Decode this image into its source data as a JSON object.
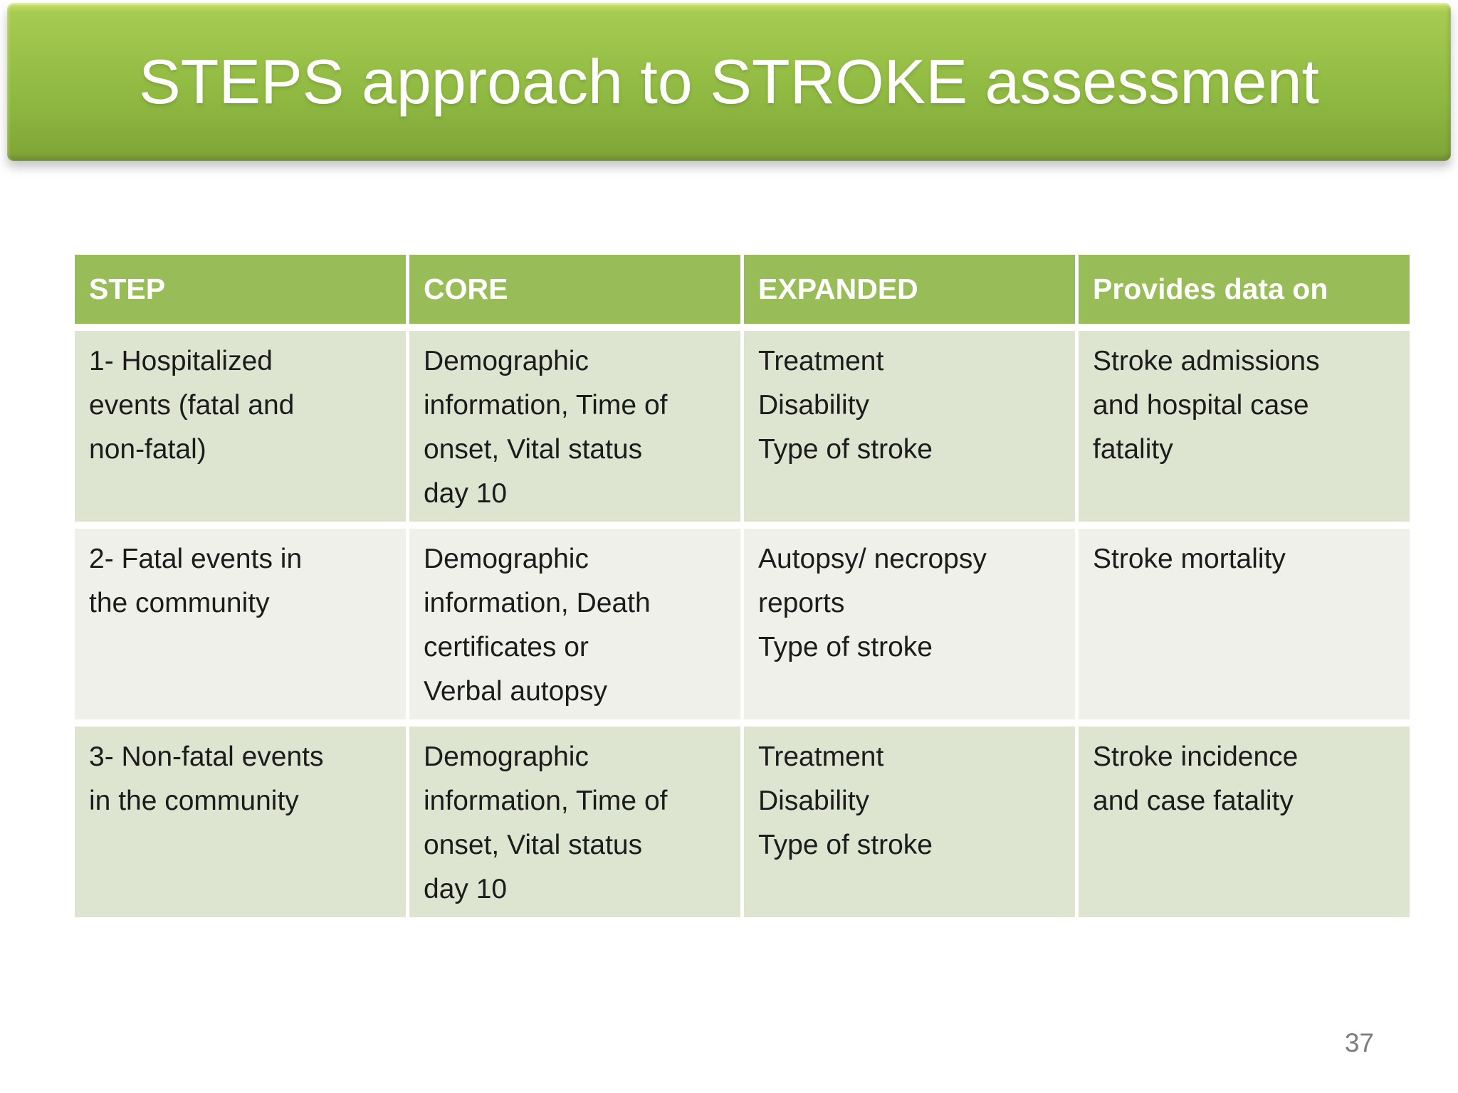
{
  "slide": {
    "title": "STEPS approach to STROKE assessment",
    "page_number": "37"
  },
  "colors": {
    "banner_highlight": "#c9e067",
    "banner_grad_top": "#a7cb52",
    "banner_grad_bottom": "#82a739",
    "header_bg": "#98bc58",
    "header_text": "#ffffff",
    "row_odd_bg": "#dde4d0",
    "row_even_bg": "#eff0e9",
    "body_text": "#1c1c1c",
    "grid_gap": "#ffffff",
    "page_number_text": "#7b7b80"
  },
  "table": {
    "headers": [
      "STEP",
      "CORE",
      "EXPANDED",
      "Provides data on"
    ],
    "rows": [
      {
        "step": "1- Hospitalized\nevents (fatal and\nnon-fatal)",
        "core": "Demographic\ninformation, Time of\nonset, Vital status\nday 10",
        "expanded": "Treatment\nDisability\nType of stroke",
        "provides": "Stroke admissions\nand hospital case\nfatality"
      },
      {
        "step": "2- Fatal events in\nthe community",
        "core": "Demographic\ninformation, Death\ncertificates or\nVerbal autopsy",
        "expanded": "Autopsy/ necropsy\nreports\nType of stroke",
        "provides": "Stroke mortality"
      },
      {
        "step": "3- Non-fatal events\nin the community",
        "core": "Demographic\ninformation, Time of\nonset, Vital status\nday 10",
        "expanded": "Treatment\nDisability\nType of stroke",
        "provides": "Stroke incidence\nand case fatality"
      }
    ]
  }
}
